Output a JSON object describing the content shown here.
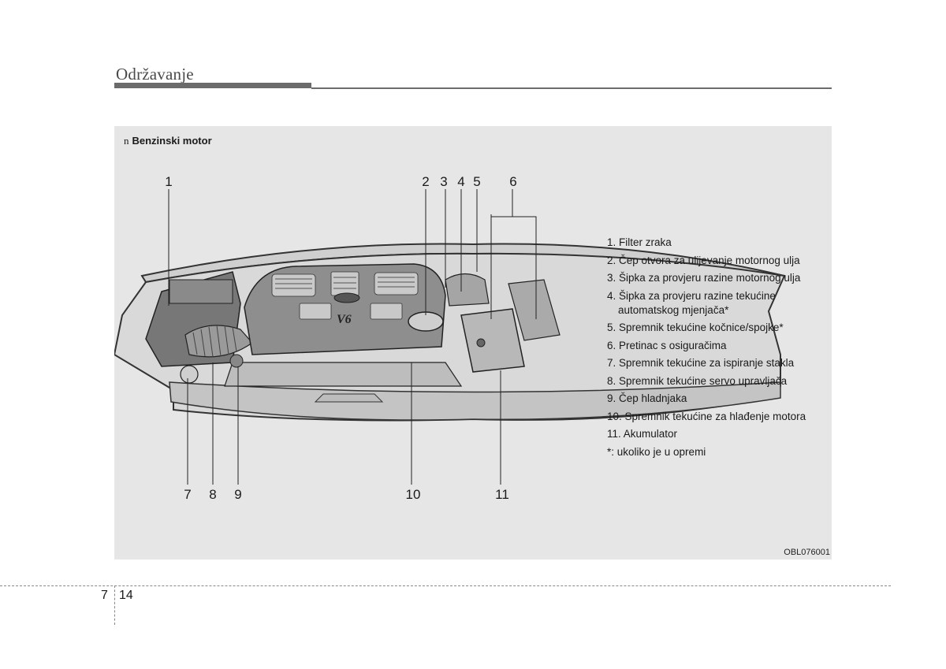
{
  "header": {
    "title": "Održavanje"
  },
  "figure": {
    "caption_bullet": "n",
    "caption": "Benzinski motor",
    "code": "OBL076001",
    "engine_badge": "V6",
    "callouts_top": [
      "1",
      "2",
      "3",
      "4",
      "5",
      "6"
    ],
    "callouts_bottom": [
      "7",
      "8",
      "9",
      "10",
      "11"
    ]
  },
  "legend": [
    "1. Filter zraka",
    "2. Čep otvora za ulijevanje motornog ulja",
    "3. Šipka za provjeru razine motornog ulja",
    "4. Šipka za provjeru razine tekućine",
    "automatskog mjenjača*",
    "5. Spremnik tekućine kočnice/spojke*",
    "6. Pretinac s osiguračima",
    "7. Spremnik tekućine za ispiranje stakla",
    "8. Spremnik tekućine servo upravljača",
    "9. Čep hladnjaka",
    "10. Spremnik tekućine za hlađenje motora",
    "11. Akumulator",
    "*: ukoliko je u opremi"
  ],
  "footer": {
    "chapter": "7",
    "page": "14"
  }
}
